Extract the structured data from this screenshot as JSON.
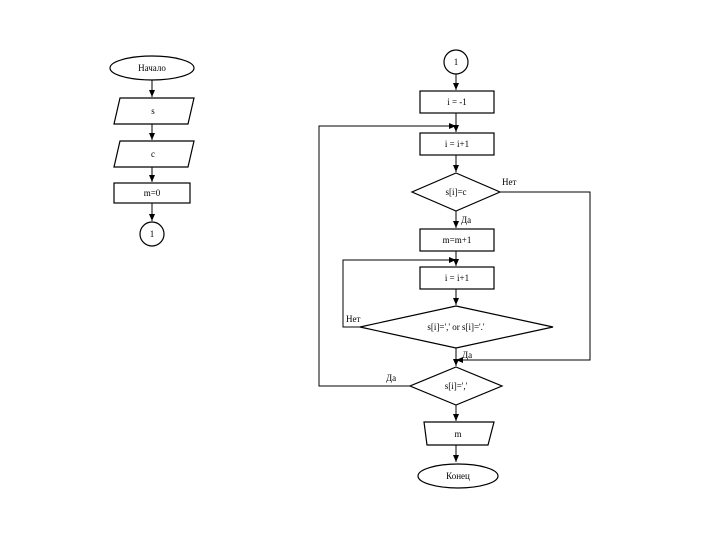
{
  "diagram": {
    "left_column": {
      "start": "Начало",
      "input_s": "s",
      "input_c": "c",
      "init_m": "m=0",
      "connector_out": "1"
    },
    "right_column": {
      "connector_in": "1",
      "init_i": "i = -1",
      "inc_i_outer": "i = i+1",
      "cond_char": "s[i]=c",
      "cond_char_no": "Нет",
      "cond_char_yes": "Да",
      "inc_m": "m=m+1",
      "inc_i_inner": "i = i+1",
      "cond_sep": "s[i]=',' or s[i]='.'",
      "cond_sep_no": "Нет",
      "cond_sep_yes": "Да",
      "cond_comma": "s[i]=','",
      "cond_comma_yes": "Да",
      "output_m": "m",
      "end": "Конец"
    }
  }
}
